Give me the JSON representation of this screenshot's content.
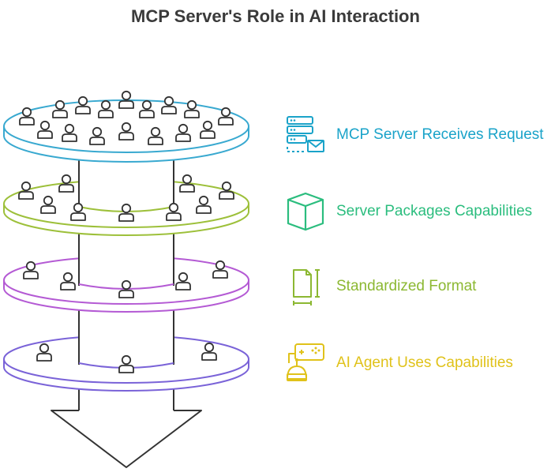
{
  "title": "MCP Server's Role in AI Interaction",
  "steps": [
    {
      "label": "MCP Server Receives Request",
      "color": "#1aa3c9",
      "icon": "server-mail-icon"
    },
    {
      "label": "Server Packages Capabilities",
      "color": "#2bbd7e",
      "icon": "box-icon"
    },
    {
      "label": "Standardized Format",
      "color": "#8cb832",
      "icon": "document-measure-icon"
    },
    {
      "label": "AI Agent Uses Capabilities",
      "color": "#e0c21a",
      "icon": "robot-gamepad-icon"
    }
  ],
  "layers": [
    {
      "color": "#39a9d0",
      "name": "layer-1"
    },
    {
      "color": "#9dc03a",
      "name": "layer-2"
    },
    {
      "color": "#b45ad4",
      "name": "layer-3"
    },
    {
      "color": "#7a63d8",
      "name": "layer-4"
    }
  ]
}
